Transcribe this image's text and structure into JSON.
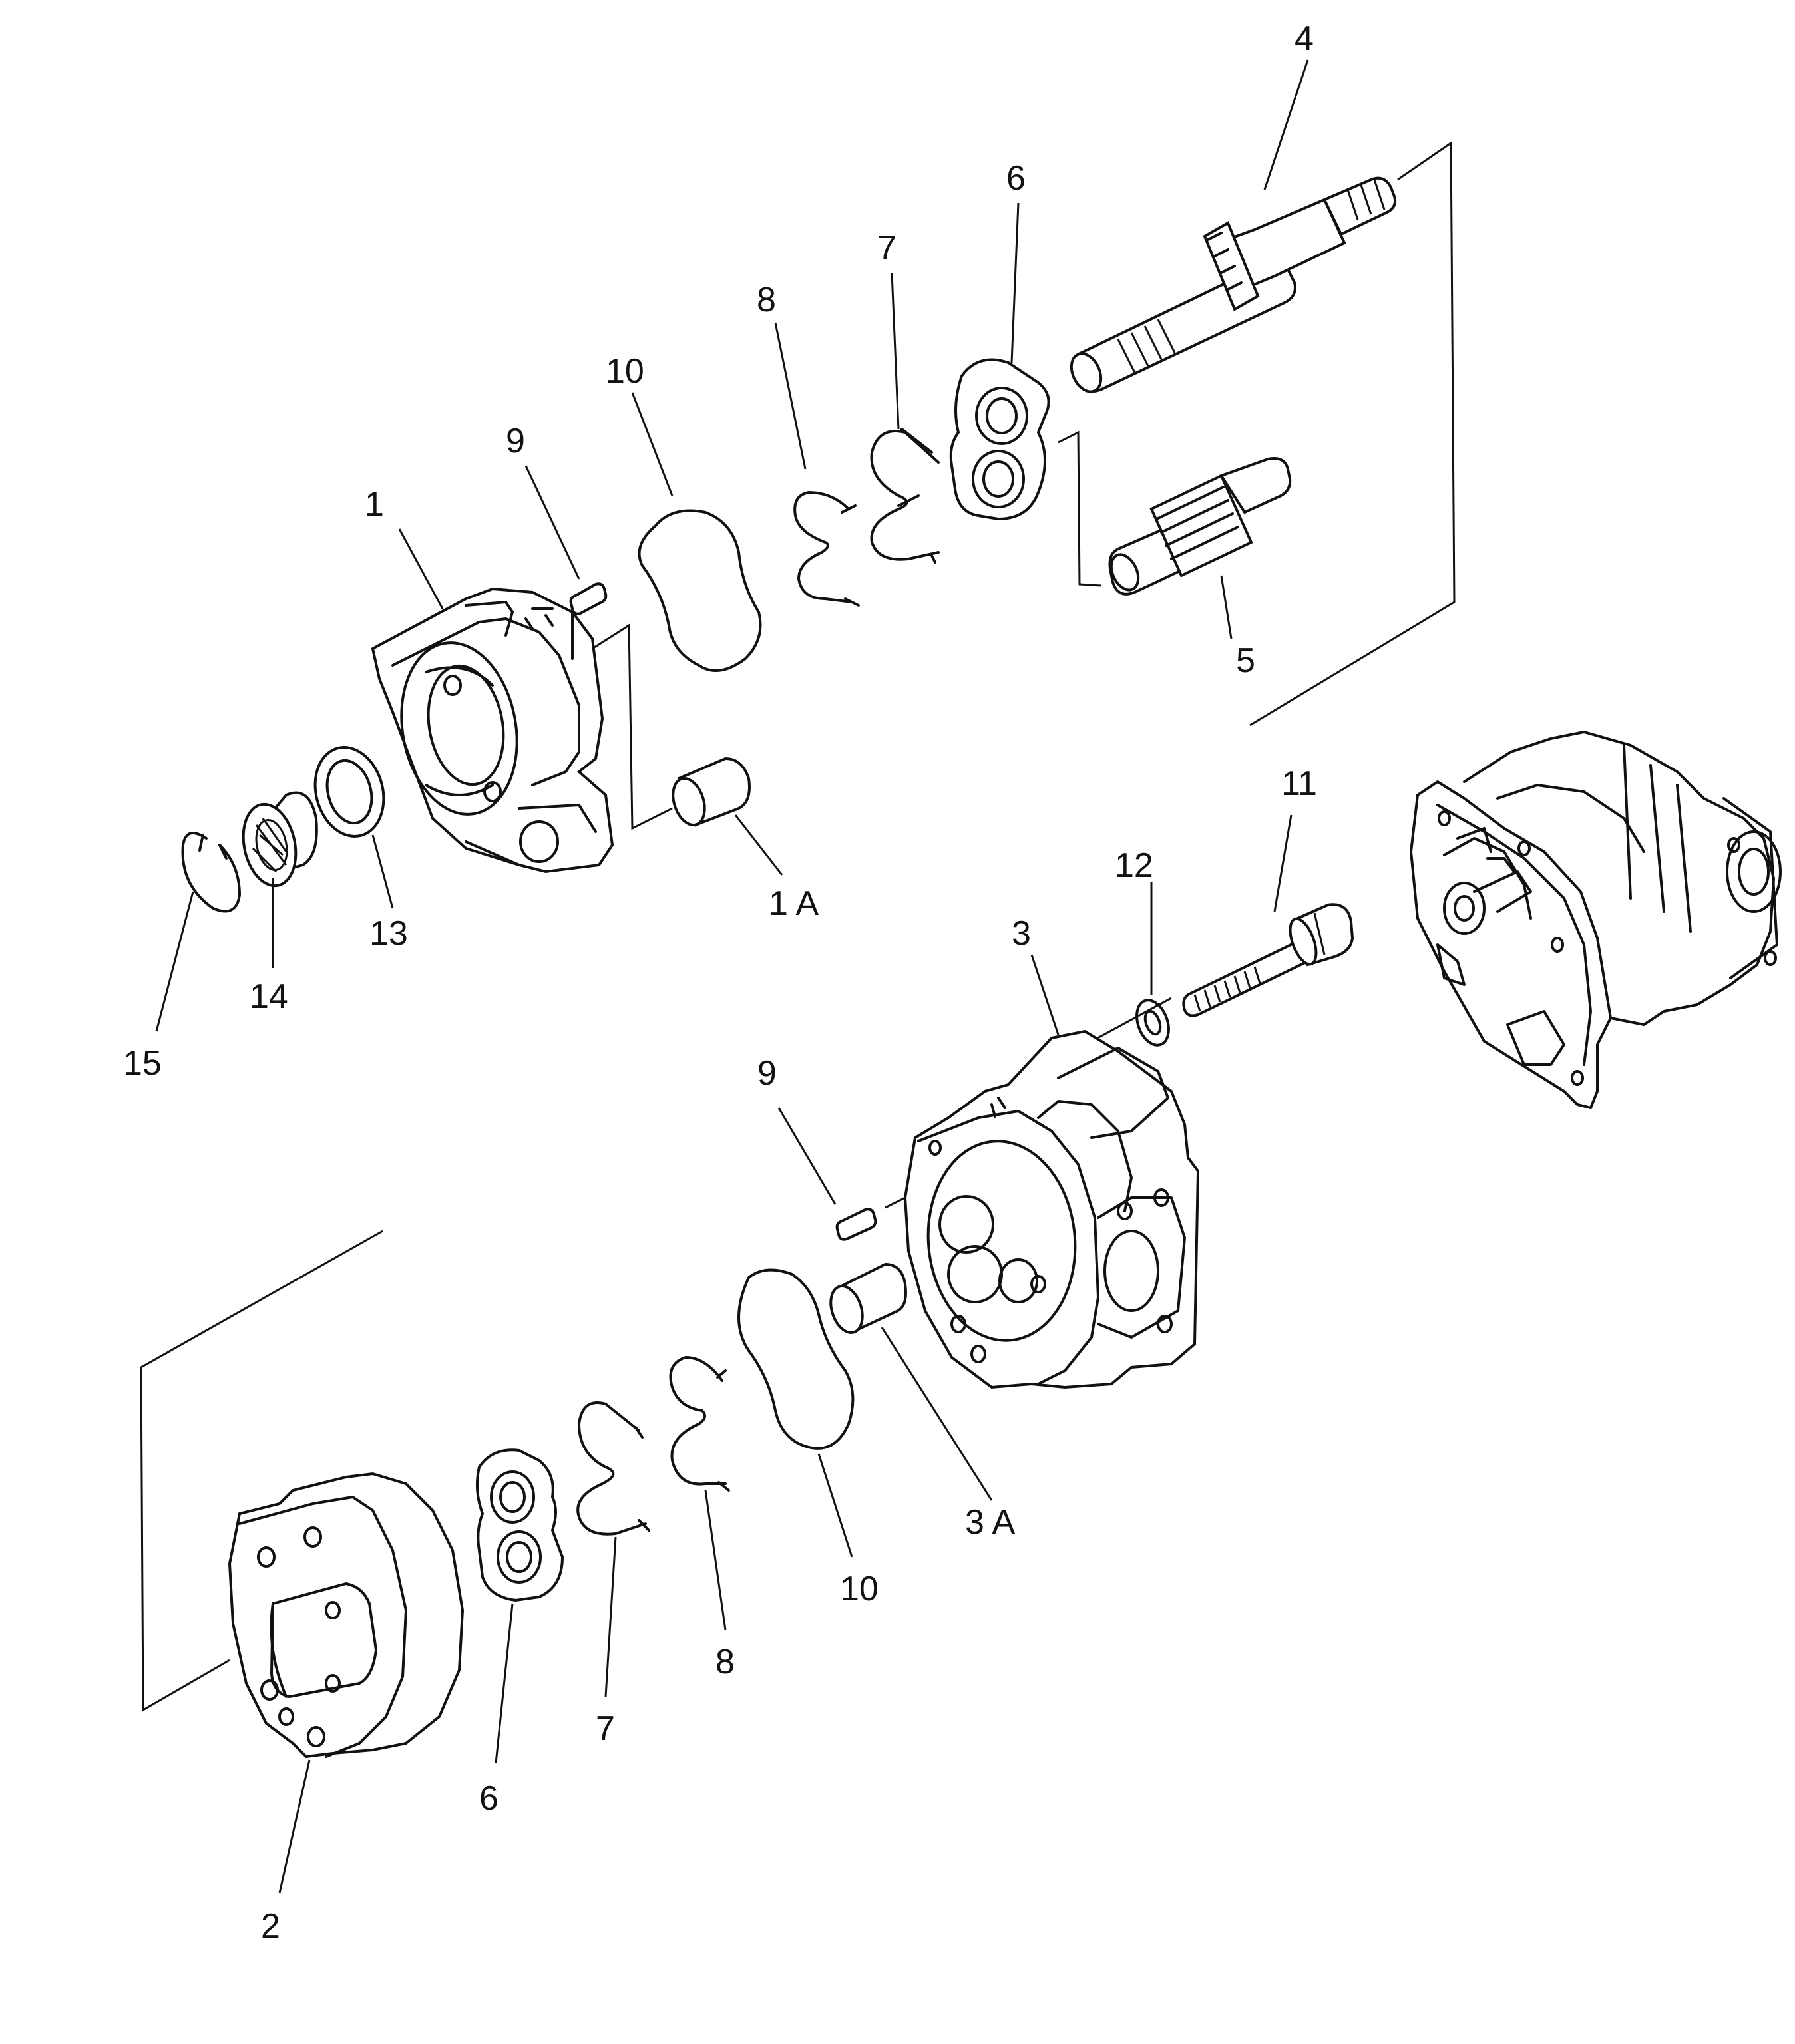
{
  "diagram": {
    "type": "exploded-parts-view",
    "callouts": {
      "c4": "4",
      "c6_top": "6",
      "c7_top": "7",
      "c8_top": "8",
      "c10_top": "10",
      "c9_top": "9",
      "c1": "1",
      "c5": "5",
      "c1A": "1 A",
      "c11": "11",
      "c12": "12",
      "c3": "3",
      "c13": "13",
      "c14": "14",
      "c15": "15",
      "c9_bottom": "9",
      "c3A": "3 A",
      "c10_bottom": "10",
      "c8_bottom": "8",
      "c7_bottom": "7",
      "c6_bottom": "6",
      "c2": "2"
    }
  }
}
